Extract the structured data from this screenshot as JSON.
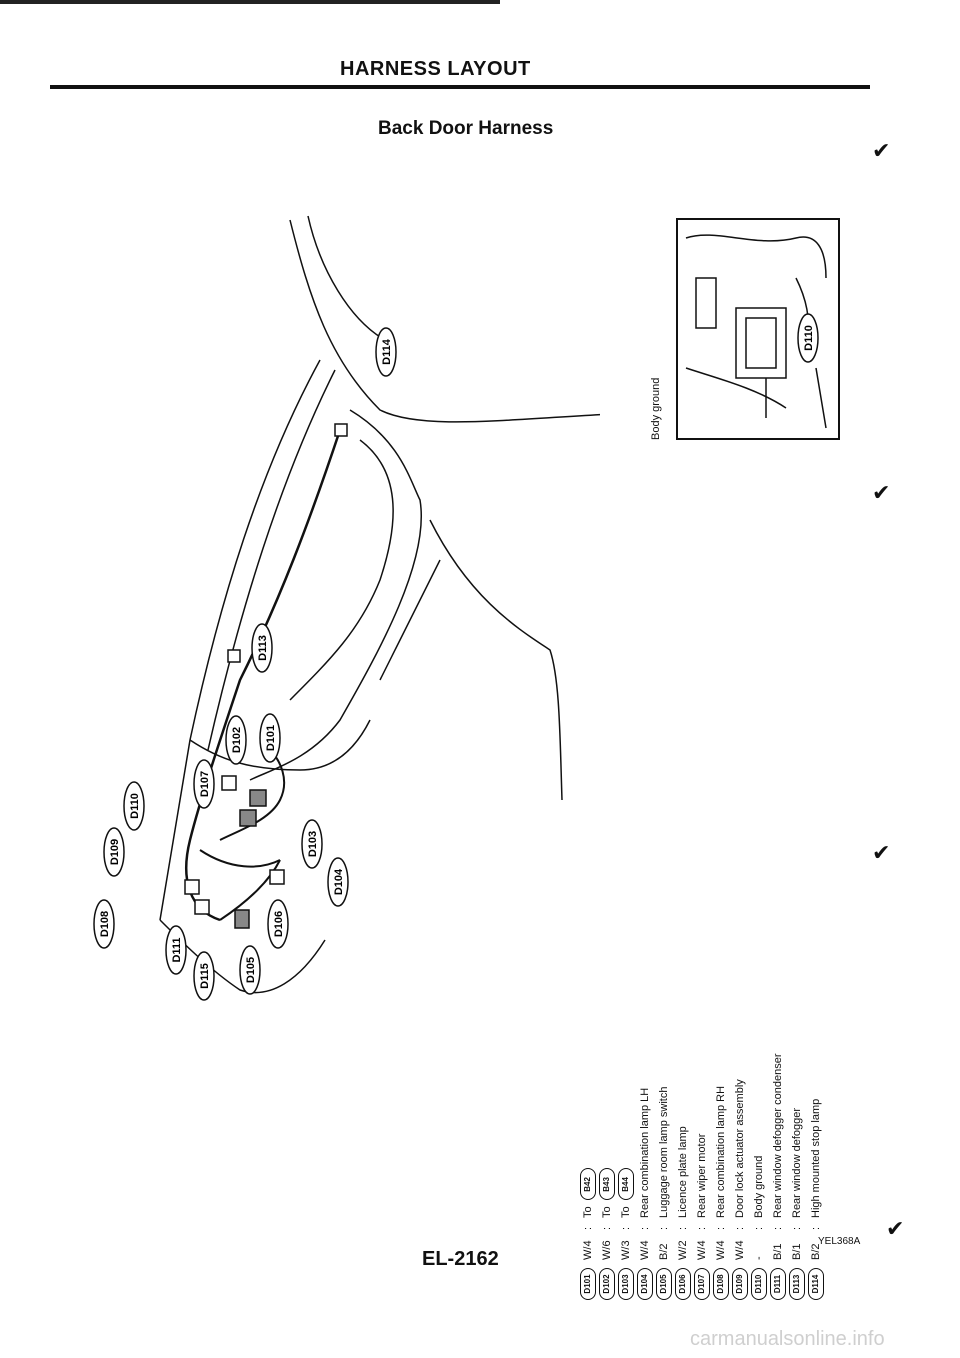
{
  "header": {
    "title": "HARNESS LAYOUT",
    "subtitle": "Back Door Harness"
  },
  "inset": {
    "caption": "Body ground",
    "connector": "D110"
  },
  "diagram": {
    "connectors": [
      "D114",
      "D113",
      "D102",
      "D101",
      "D107",
      "D110",
      "D103",
      "D109",
      "D104",
      "D108",
      "D106",
      "D111",
      "D105",
      "D115"
    ]
  },
  "legend": {
    "rows": [
      {
        "code": "D101",
        "wire": "W/4",
        "desc": "To",
        "to": "B42"
      },
      {
        "code": "D102",
        "wire": "W/6",
        "desc": "To",
        "to": "B43"
      },
      {
        "code": "D103",
        "wire": "W/3",
        "desc": "To",
        "to": "B44"
      },
      {
        "code": "D104",
        "wire": "W/4",
        "desc": "Rear combination lamp LH",
        "to": ""
      },
      {
        "code": "D105",
        "wire": "B/2",
        "desc": "Luggage room lamp switch",
        "to": ""
      },
      {
        "code": "D106",
        "wire": "W/2",
        "desc": "Licence plate lamp",
        "to": ""
      },
      {
        "code": "D107",
        "wire": "W/4",
        "desc": "Rear wiper motor",
        "to": ""
      },
      {
        "code": "D108",
        "wire": "W/4",
        "desc": "Rear combination lamp RH",
        "to": ""
      },
      {
        "code": "D109",
        "wire": "W/4",
        "desc": "Door lock actuator assembly",
        "to": ""
      },
      {
        "code": "D110",
        "wire": "-",
        "desc": "Body ground",
        "to": ""
      },
      {
        "code": "D111",
        "wire": "B/1",
        "desc": "Rear window defogger condenser",
        "to": ""
      },
      {
        "code": "D113",
        "wire": "B/1",
        "desc": "Rear window defogger",
        "to": ""
      },
      {
        "code": "D114",
        "wire": "B/2",
        "desc": "High mounted stop lamp",
        "to": ""
      }
    ]
  },
  "footer": {
    "page": "EL-2162",
    "ref": "YEL368A",
    "watermark": "carmanualsonline.info"
  }
}
